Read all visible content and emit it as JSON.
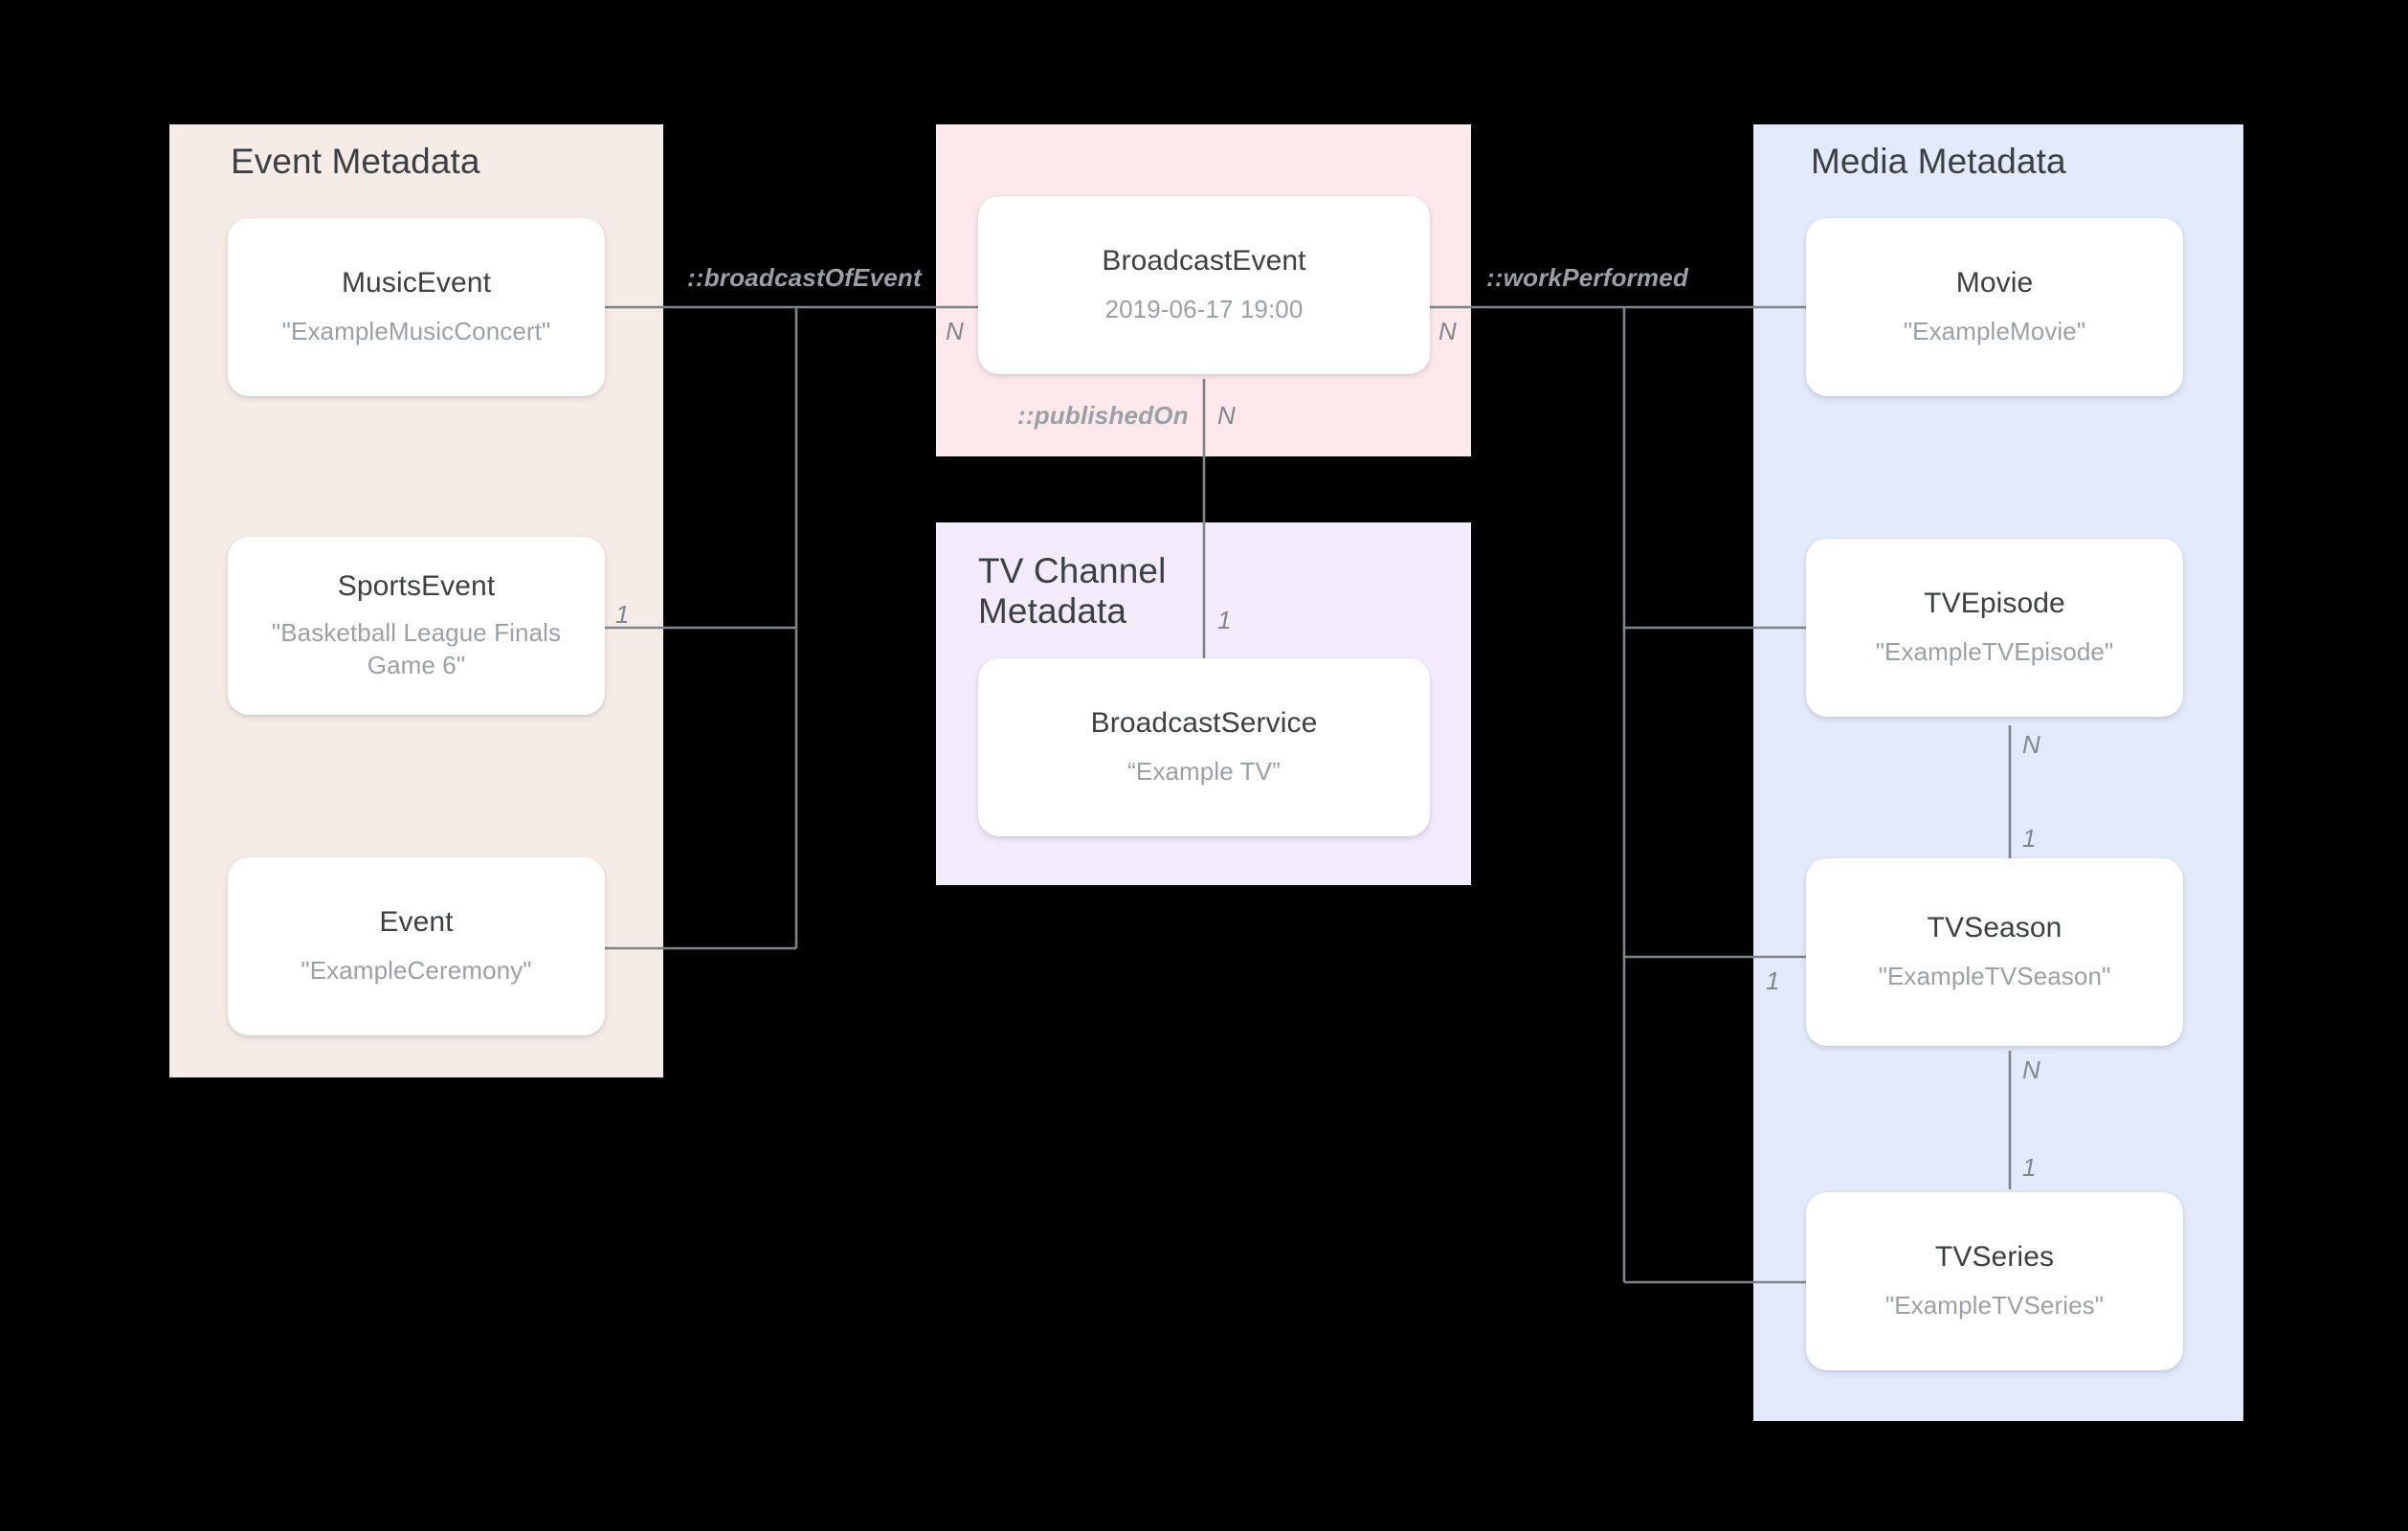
{
  "diagram": {
    "title": "Broadcast / Media metadata entity relationship diagram",
    "background": "#000000",
    "edge_color": "#7f8486"
  },
  "panels": [
    {
      "id": "event-metadata",
      "title": "Event Metadata",
      "color": "#f5ece7"
    },
    {
      "id": "broadcast-metadata",
      "title": "",
      "color": "#fde9eb"
    },
    {
      "id": "tv-channel-metadata",
      "title": "TV Channel\nMetadata",
      "color": "#f2ebfc"
    },
    {
      "id": "media-metadata",
      "title": "Media Metadata",
      "color": "#e3eafb"
    }
  ],
  "entities": {
    "music_event": {
      "name": "MusicEvent",
      "value": "\"ExampleMusicConcert\""
    },
    "sports_event": {
      "name": "SportsEvent",
      "value": "\"Basketball League Finals Game 6\""
    },
    "event": {
      "name": "Event",
      "value": "\"ExampleCeremony\""
    },
    "broadcast_event": {
      "name": "BroadcastEvent",
      "value": "2019-06-17 19:00"
    },
    "broadcast_service": {
      "name": "BroadcastService",
      "value": "“Example TV”"
    },
    "movie": {
      "name": "Movie",
      "value": "\"ExampleMovie\""
    },
    "tv_episode": {
      "name": "TVEpisode",
      "value": "\"ExampleTVEpisode\""
    },
    "tv_season": {
      "name": "TVSeason",
      "value": "\"ExampleTVSeason\""
    },
    "tv_series": {
      "name": "TVSeries",
      "value": "\"ExampleTVSeries\""
    }
  },
  "relationships": {
    "broadcast_of_event": "::broadcastOfEvent",
    "published_on": "::publishedOn",
    "work_performed": "::workPerformed"
  },
  "cardinalities": {
    "sports_event_one": "1",
    "broadcast_event_left_n": "N",
    "broadcast_event_right_n": "N",
    "published_on_n": "N",
    "broadcast_service_one": "1",
    "tv_episode_n": "N",
    "tv_season_one_from_episode": "1",
    "tv_season_left_one": "1",
    "tv_season_n": "N",
    "tv_series_one": "1"
  }
}
